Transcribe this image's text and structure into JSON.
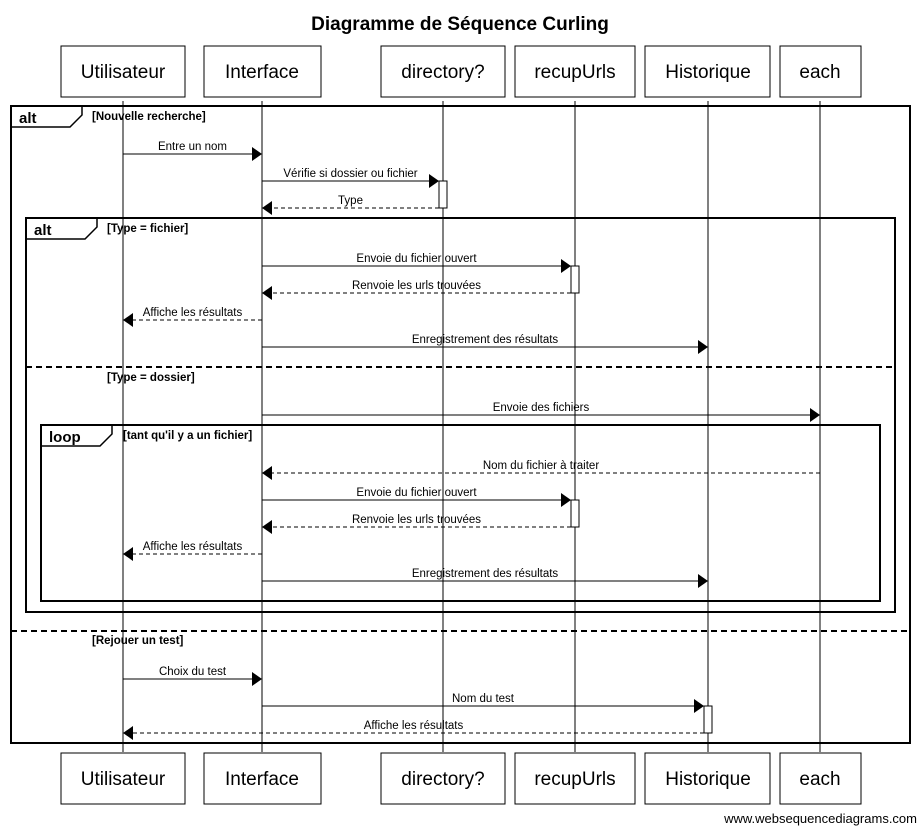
{
  "title": "Diagramme de Séquence Curling",
  "participants": [
    "Utilisateur",
    "Interface",
    "directory?",
    "recupUrls",
    "Historique",
    "each"
  ],
  "frames": {
    "alt_outer": {
      "kind": "alt",
      "condition": "[Nouvelle recherche]",
      "else_condition": "[Rejouer un test]"
    },
    "alt_inner": {
      "kind": "alt",
      "condition": "[Type = fichier]",
      "else_condition": "[Type = dossier]"
    },
    "loop": {
      "kind": "loop",
      "condition": "[tant qu'il y a un fichier]"
    }
  },
  "messages": [
    {
      "from": "Utilisateur",
      "to": "Interface",
      "label": "Entre un nom",
      "style": "solid"
    },
    {
      "from": "Interface",
      "to": "directory?",
      "label": "Vérifie si dossier ou fichier",
      "style": "solid"
    },
    {
      "from": "directory?",
      "to": "Interface",
      "label": "Type",
      "style": "dashed"
    },
    {
      "from": "Interface",
      "to": "recupUrls",
      "label": "Envoie du fichier ouvert",
      "style": "solid"
    },
    {
      "from": "recupUrls",
      "to": "Interface",
      "label": "Renvoie les urls trouvées",
      "style": "dashed"
    },
    {
      "from": "Interface",
      "to": "Utilisateur",
      "label": "Affiche les résultats",
      "style": "dashed"
    },
    {
      "from": "Interface",
      "to": "Historique",
      "label": "Enregistrement des résultats",
      "style": "solid"
    },
    {
      "from": "Interface",
      "to": "each",
      "label": "Envoie des fichiers",
      "style": "solid"
    },
    {
      "from": "each",
      "to": "Interface",
      "label": "Nom du fichier à traiter",
      "style": "dashed"
    },
    {
      "from": "Interface",
      "to": "recupUrls",
      "label": "Envoie du fichier ouvert",
      "style": "solid"
    },
    {
      "from": "recupUrls",
      "to": "Interface",
      "label": "Renvoie les urls trouvées",
      "style": "dashed"
    },
    {
      "from": "Interface",
      "to": "Utilisateur",
      "label": "Affiche les résultats",
      "style": "dashed"
    },
    {
      "from": "Interface",
      "to": "Historique",
      "label": "Enregistrement des résultats",
      "style": "solid"
    },
    {
      "from": "Utilisateur",
      "to": "Interface",
      "label": "Choix du test",
      "style": "solid"
    },
    {
      "from": "Interface",
      "to": "Historique",
      "label": "Nom du test",
      "style": "solid"
    },
    {
      "from": "Historique",
      "to": "Utilisateur",
      "label": "Affiche les résultats",
      "style": "dashed"
    }
  ],
  "footer": "www.websequencediagrams.com"
}
